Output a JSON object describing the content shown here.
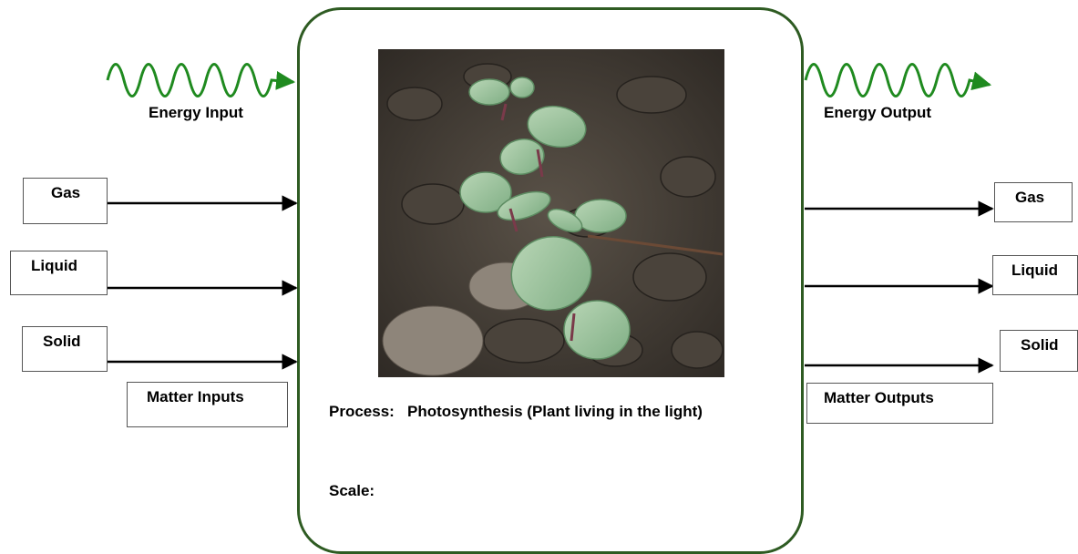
{
  "energy": {
    "input_label": "Energy Input",
    "output_label": "Energy Output",
    "wave_color": "#1f8a1f"
  },
  "matter_inputs": {
    "gas": "Gas",
    "liquid": "Liquid",
    "solid": "Solid",
    "caption": "Matter Inputs"
  },
  "matter_outputs": {
    "gas": "Gas",
    "liquid": "Liquid",
    "solid": "Solid",
    "caption": "Matter Outputs"
  },
  "process": {
    "label": "Process:",
    "value": "Photosynthesis (Plant living in the light)",
    "scale_label": "Scale:",
    "border_color": "#2e5b22"
  },
  "photo": {
    "subject": "seedlings-in-soil"
  }
}
